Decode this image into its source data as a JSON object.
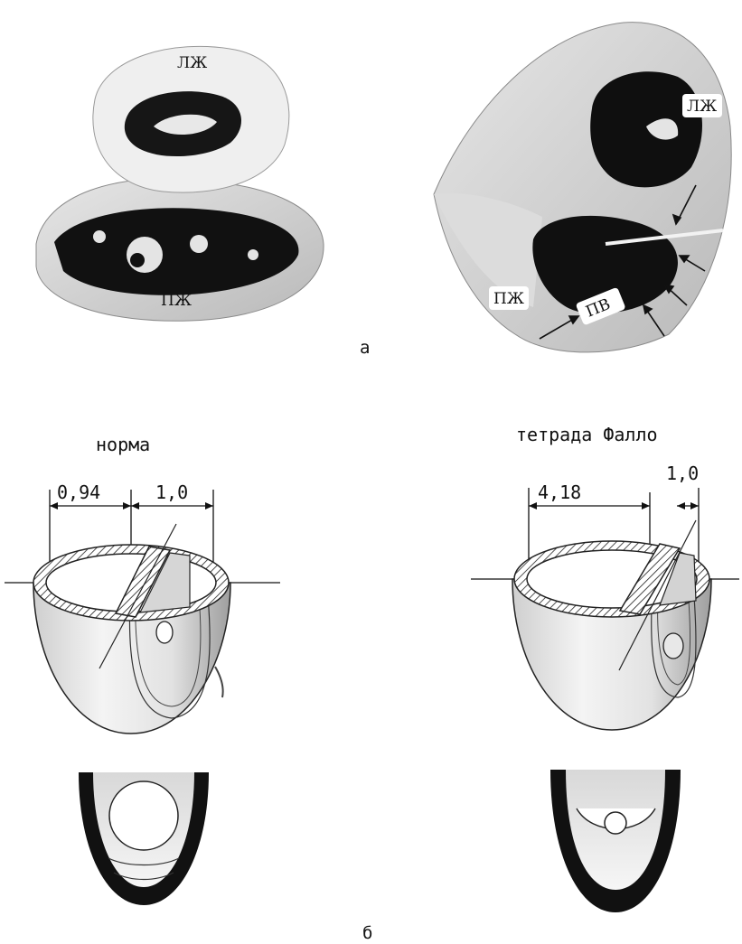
{
  "panel_a": {
    "letter": "а",
    "left_photo": {
      "label_top": "ЛЖ",
      "label_bottom": "ПЖ"
    },
    "right_photo": {
      "label_right": "ЛЖ",
      "label_left": "ПЖ",
      "label_inner": "ПВ"
    }
  },
  "panel_b": {
    "letter": "б",
    "normal": {
      "title": "норма",
      "dim_left": "0,94",
      "dim_right": "1,0"
    },
    "tetralogy": {
      "title": "тетрада Фалло",
      "dim_left": "4,18",
      "dim_right": "1,0"
    }
  }
}
